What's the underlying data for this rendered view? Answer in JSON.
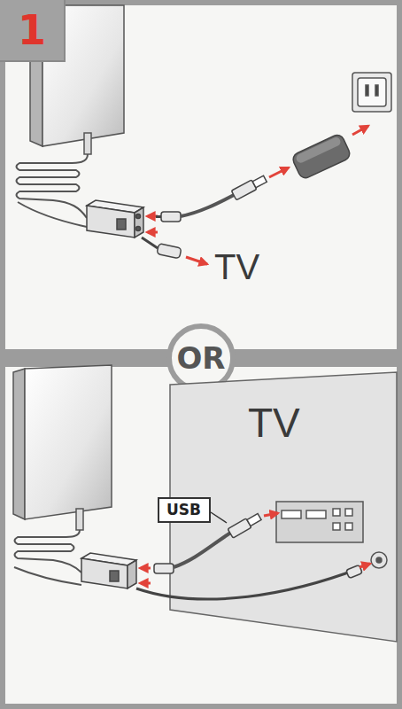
{
  "diagram": {
    "nodes": [
      {
        "text": [
          "1"
        ]
      },
      {
        "text": [
          "OR"
        ]
      },
      {
        "text": [
          "TV"
        ]
      },
      {
        "text": [
          "USB"
        ]
      }
    ],
    "labels": [
      "TV"
    ]
  }
}
